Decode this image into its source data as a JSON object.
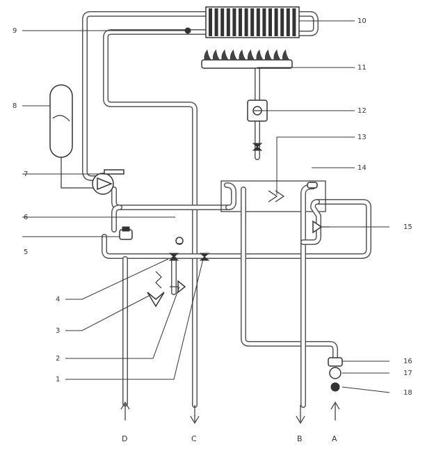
{
  "callouts": [
    {
      "id": "9",
      "label": "9"
    },
    {
      "id": "8",
      "label": "8"
    },
    {
      "id": "7",
      "label": "7"
    },
    {
      "id": "6",
      "label": "6"
    },
    {
      "id": "5",
      "label": "5"
    },
    {
      "id": "4",
      "label": "4"
    },
    {
      "id": "3",
      "label": "3"
    },
    {
      "id": "2",
      "label": "2"
    },
    {
      "id": "1",
      "label": "1"
    },
    {
      "id": "10",
      "label": "10"
    },
    {
      "id": "11",
      "label": "11"
    },
    {
      "id": "12",
      "label": "12"
    },
    {
      "id": "13",
      "label": "13"
    },
    {
      "id": "14",
      "label": "14"
    },
    {
      "id": "15",
      "label": "15"
    },
    {
      "id": "16",
      "label": "16"
    },
    {
      "id": "17",
      "label": "17"
    },
    {
      "id": "18",
      "label": "18"
    }
  ],
  "connections": [
    {
      "id": "D",
      "label": "D"
    },
    {
      "id": "C",
      "label": "C"
    },
    {
      "id": "B",
      "label": "B"
    },
    {
      "id": "A",
      "label": "A"
    }
  ]
}
